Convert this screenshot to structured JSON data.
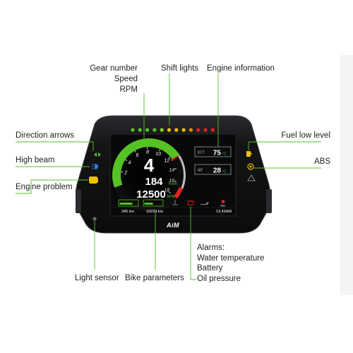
{
  "callouts": {
    "gear_number": "Gear number",
    "speed": "Speed",
    "rpm": "RPM",
    "shift_lights": "Shift lights",
    "engine_information": "Engine information",
    "direction_arrows": "Direction arrows",
    "high_beam": "High beam",
    "engine_problem": "Engine problem",
    "fuel_low_level": "Fuel low level",
    "abs": "ABS",
    "light_sensor": "Light sensor",
    "bike_parameters": "Bike parameters",
    "alarms": "Alarms:",
    "water_temperature": "Water temperature",
    "battery": "Battery",
    "oil_pressure": "Oil pressure"
  },
  "screen": {
    "gear": "4",
    "speed": "184",
    "speed_unit": "Km/h",
    "rpm": "12500",
    "rpm_unit": "RPM",
    "gauge_ticks": [
      "2",
      "4",
      "6",
      "8",
      "10",
      "12",
      "14",
      "16",
      "18"
    ],
    "ect_label": "ECT",
    "ect_value": "75",
    "ect_unit": "°C",
    "iat_label": "IAT",
    "iat_value": "28",
    "iat_unit": "°C",
    "trip_distance": "345 km",
    "odometer": "10234 km",
    "clock": "13.45AM",
    "rec_label": "REC"
  },
  "colors": {
    "accent_green": "#55c225",
    "bezel": "#141416",
    "screen_bg": "#08090b",
    "rpm_red": "#e02020",
    "amber": "#f0c000"
  },
  "icons": [
    "left-arrow-icon",
    "right-arrow-icon",
    "high-beam-icon",
    "engine-check-icon",
    "fuel-pump-icon",
    "abs-icon",
    "warning-triangle-icon",
    "thermometer-icon",
    "battery-icon",
    "oil-can-icon",
    "record-dot-icon",
    "aim-logo"
  ]
}
